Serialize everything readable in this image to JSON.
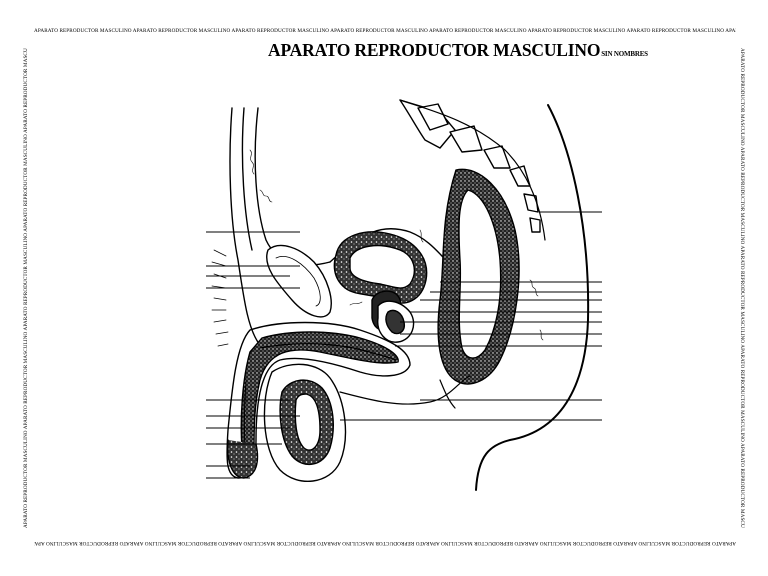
{
  "title": "APARATO REPRODUCTOR MASCULINO",
  "subtitle": "SIN NOMBRES",
  "border_text": "APARATO REPRODUCTOR MASCULINO APARATO REPRODUCTOR MASCULINO APARATO REPRODUCTOR MASCULINO APARATO REPRODUCTOR MASCULINO APARATO REPRODUCTOR MASCULINO APARATO REPRODUCTOR MASCULINO APARATO REPRODUCTOR MASCULINO APARATO REPRODUCTOR MASCULINO"
}
